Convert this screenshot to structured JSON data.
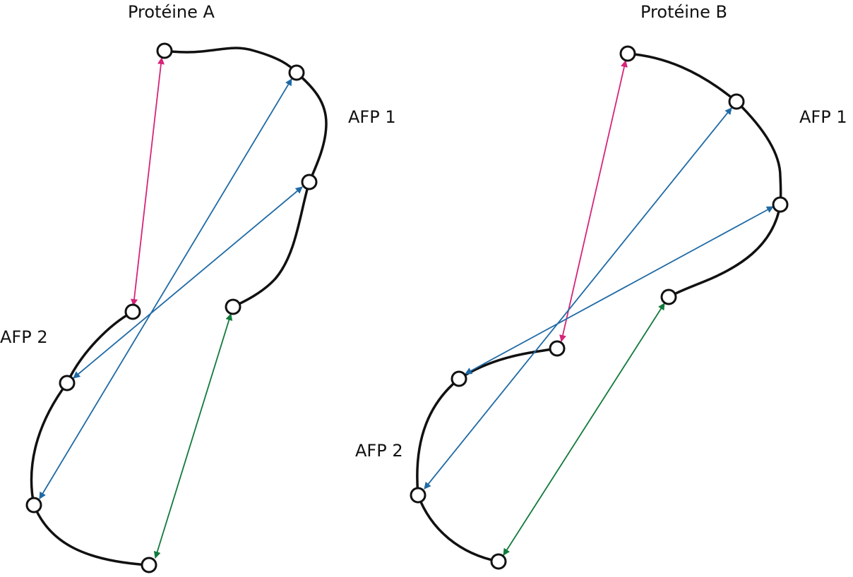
{
  "diagram": {
    "protein_a": {
      "title": "Protéine A",
      "afp1_label": "AFP 1",
      "afp2_label": "AFP 2"
    },
    "protein_b": {
      "title": "Protéine B",
      "afp1_label": "AFP 1",
      "afp2_label": "AFP 2"
    },
    "colors": {
      "backbone": "#111111",
      "magenta_link": "#d6247a",
      "blue_link": "#1f6aa5",
      "green_link": "#117a3c"
    }
  }
}
